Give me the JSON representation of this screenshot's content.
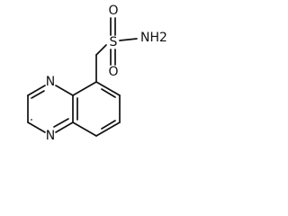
{
  "molecule": {
    "atoms": {
      "oxygen_top": "O",
      "oxygen_bottom": "O",
      "sulfur": "S",
      "amine": "NH2",
      "nitrogen_top": "N",
      "nitrogen_bottom": "N"
    }
  }
}
